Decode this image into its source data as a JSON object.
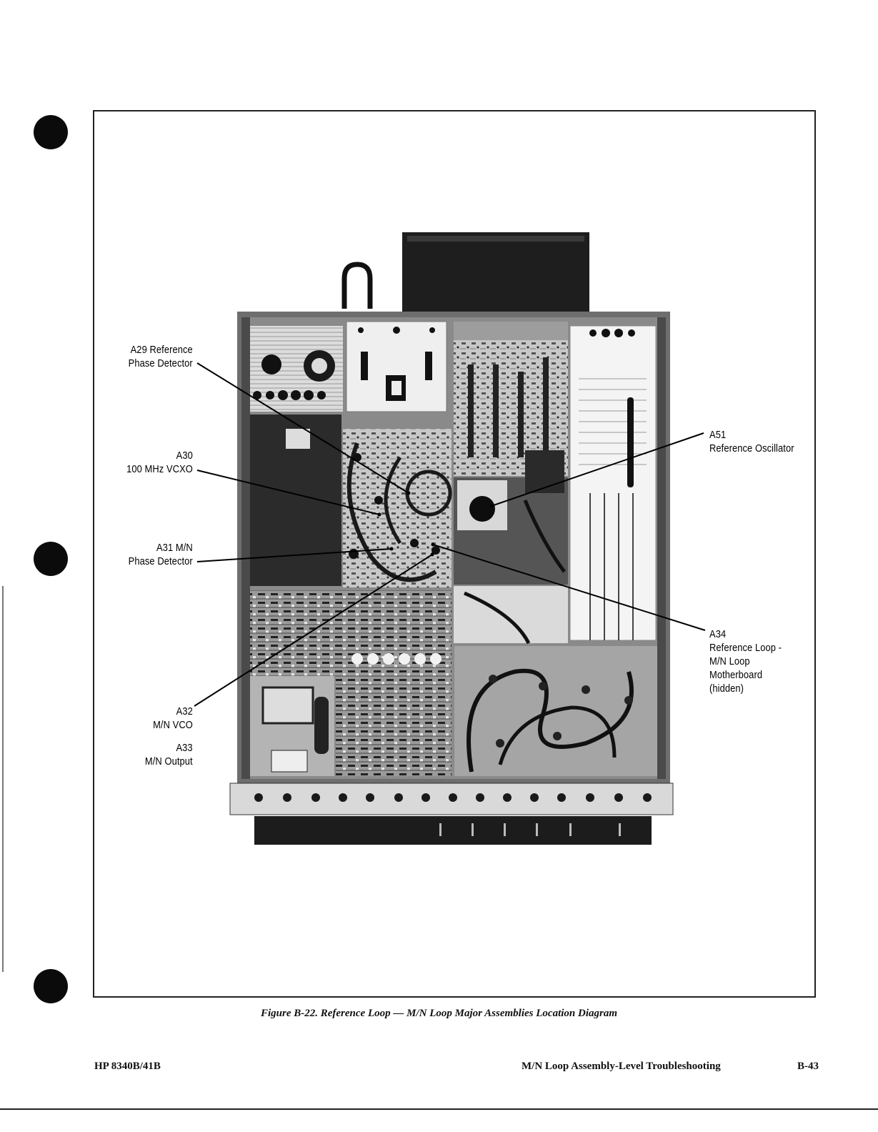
{
  "labels": {
    "a29": "A29 Reference\nPhase Detector",
    "a30": "A30\n100 MHz VCXO",
    "a31": "A31 M/N\nPhase Detector",
    "a32": "A32\nM/N VCO",
    "a33": "A33\nM/N Output",
    "a51": "A51\nReference Oscillator",
    "a34": "A34\nReference Loop -\nM/N Loop\nMotherboard\n(hidden)"
  },
  "caption": "Figure B-22. Reference Loop — M/N Loop Major Assemblies Location Diagram",
  "footer": {
    "model": "HP 8340B/41B",
    "section": "M/N Loop Assembly-Level Troubleshooting",
    "page": "B-43"
  },
  "colors": {
    "ink": "#111111",
    "chassis": "#7a7a7a",
    "board": "#bdbdbd",
    "dark": "#2a2a2a"
  }
}
